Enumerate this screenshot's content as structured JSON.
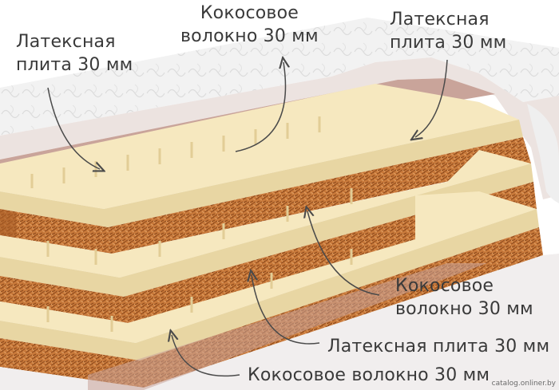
{
  "callouts": [
    {
      "id": "latex-top-left",
      "lines": [
        "Латексная",
        "плита 30 мм"
      ]
    },
    {
      "id": "coco-top-center",
      "lines": [
        "Кокосовое",
        "волокно 30 мм"
      ]
    },
    {
      "id": "latex-top-right",
      "lines": [
        "Латексная",
        "плита 30 мм"
      ]
    },
    {
      "id": "coco-right-mid",
      "lines": [
        "Кокосовое",
        "волокно 30 мм"
      ]
    },
    {
      "id": "latex-bottom-right",
      "lines": [
        "Латексная плита 30 мм"
      ]
    },
    {
      "id": "coco-bottom",
      "lines": [
        "Кокосовое волокно 30 мм"
      ]
    }
  ],
  "watermark": "catalog.onliner.by",
  "colors": {
    "latex": "#f6e8bf",
    "latex_shadow": "#e3cf98",
    "coconut": "#c77a3a",
    "coconut_dark": "#9c5520",
    "cover": "#f3f3f3",
    "cover_pink": "#c9a49a",
    "text": "#3a3a3a",
    "arrow": "#4a4a4a"
  }
}
